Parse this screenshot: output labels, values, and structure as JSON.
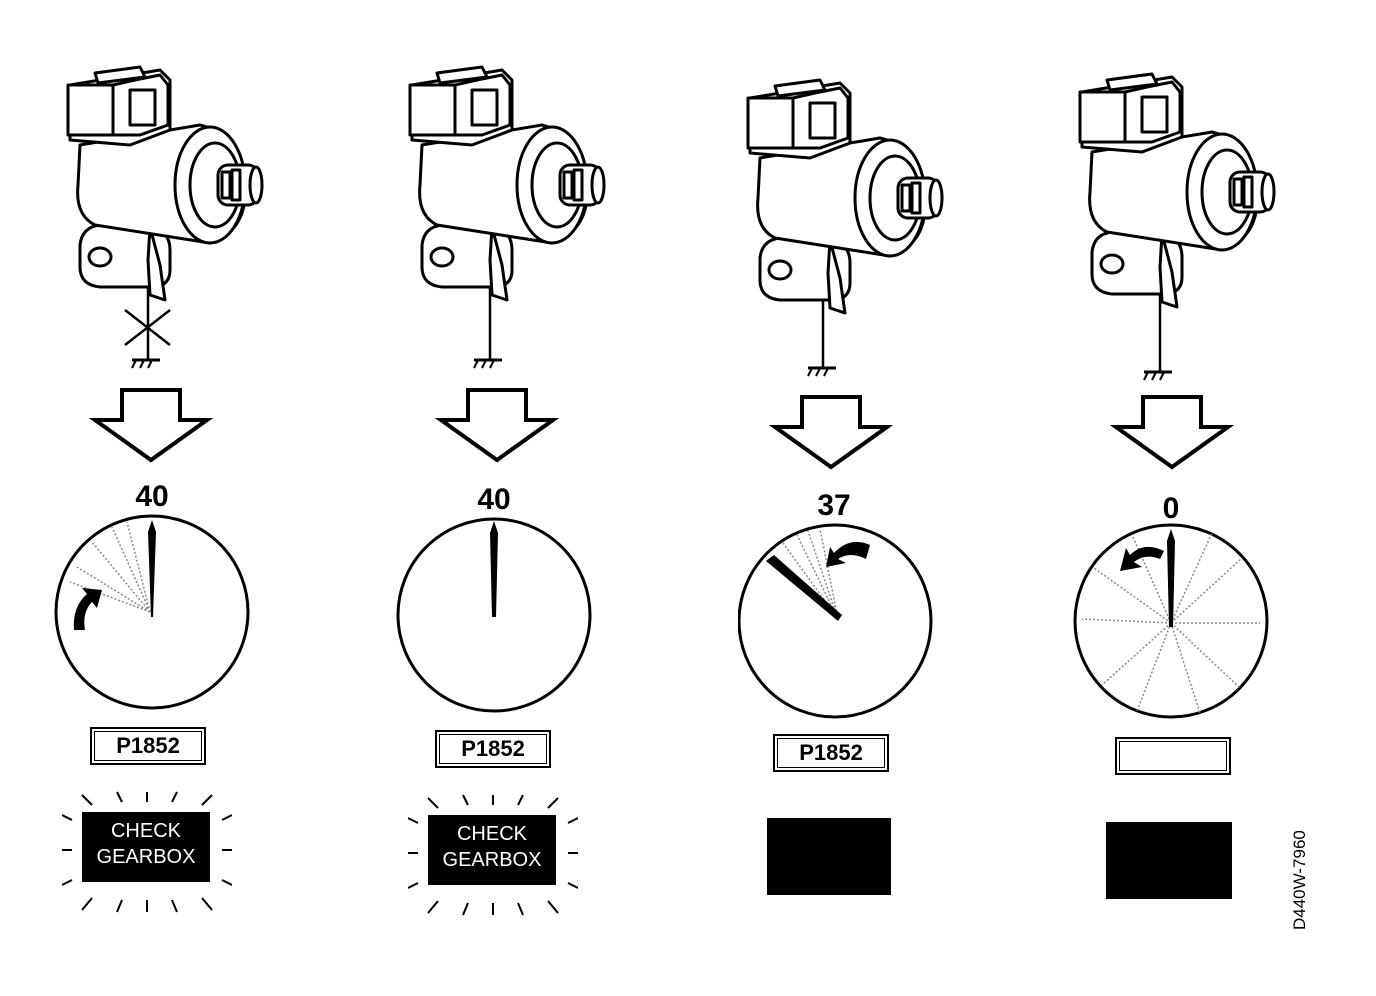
{
  "figure_code": "D440W-7960",
  "panels": [
    {
      "id": "panel-1",
      "ground": "disconnected",
      "gauge_value": "40",
      "code": "P1852",
      "lamp_lit": true,
      "lamp_line1": "CHECK",
      "lamp_line2": "GEARBOX"
    },
    {
      "id": "panel-2",
      "ground": "connected",
      "gauge_value": "40",
      "code": "P1852",
      "lamp_lit": true,
      "lamp_line1": "CHECK",
      "lamp_line2": "GEARBOX"
    },
    {
      "id": "panel-3",
      "ground": "connected",
      "gauge_value": "37",
      "code": "P1852",
      "lamp_lit": false,
      "lamp_line1": "",
      "lamp_line2": ""
    },
    {
      "id": "panel-4",
      "ground": "connected",
      "gauge_value": "0",
      "code": "",
      "lamp_lit": false,
      "lamp_line1": "",
      "lamp_line2": ""
    }
  ]
}
